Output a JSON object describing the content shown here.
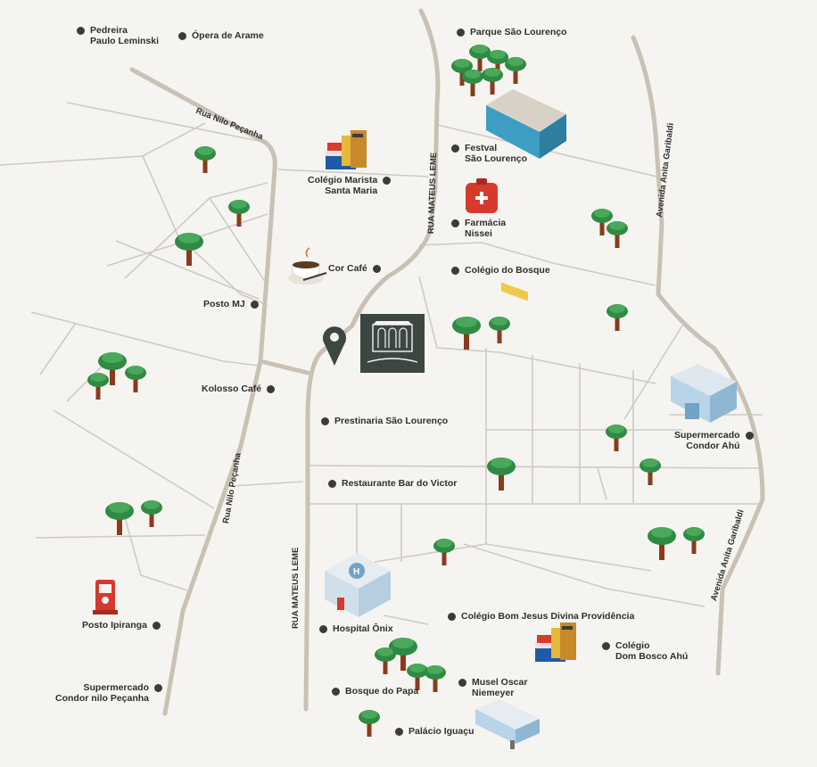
{
  "map": {
    "colors": {
      "background": "#f6f4f1",
      "road_main": "#c9c1b4",
      "road_minor": "#cfcac4",
      "marker": "#3b3b39",
      "tree_canopy": "#2f8a43",
      "tree_trunk": "#8a3b1c",
      "landmark_panel": "#3d4742"
    },
    "streets": {
      "nilo_top": "Rua Nilo Peçanha",
      "nilo_left": "Rua Nilo Peçanha",
      "mateus_top": "RUA MATEUS LEME",
      "mateus_bottom": "RUA MATEUS LEME",
      "garibaldi_top": "Avenida Anita Garibaldi",
      "garibaldi_bottom": "Avenida Anita Garibaldi"
    },
    "pois": {
      "pedreira": "Pedreira\nPaulo Leminski",
      "opera": "Ópera de Arame",
      "parque": "Parque São Lourenço",
      "festval": "Festval\nSão Lourenço",
      "marista": "Colégio Marista\nSanta Maria",
      "farmacia": "Farmácia\nNissei",
      "corcafe": "Cor Café",
      "bosque_col": "Colégio do Bosque",
      "postomj": "Posto MJ",
      "kolosso": "Kolosso Café",
      "prestinaria": "Prestinaria São Lourenço",
      "condor_ahu": "Supermercado\nCondor Ahú",
      "victor": "Restaurante Bar do Victor",
      "onix": "Hospital Ônix",
      "bomjesus": "Colégio Bom Jesus Divina Providência",
      "ipiranga": "Posto Ipiranga",
      "dombosco": "Colégio\nDom Bosco Ahú",
      "condor_nilo": "Supermercado\nCondor nilo Peçanha",
      "bosquepapa": "Bosque do Papa",
      "oscar": "Musel Oscar\nNiemeyer",
      "palacio": "Palácio Iguaçu"
    }
  }
}
